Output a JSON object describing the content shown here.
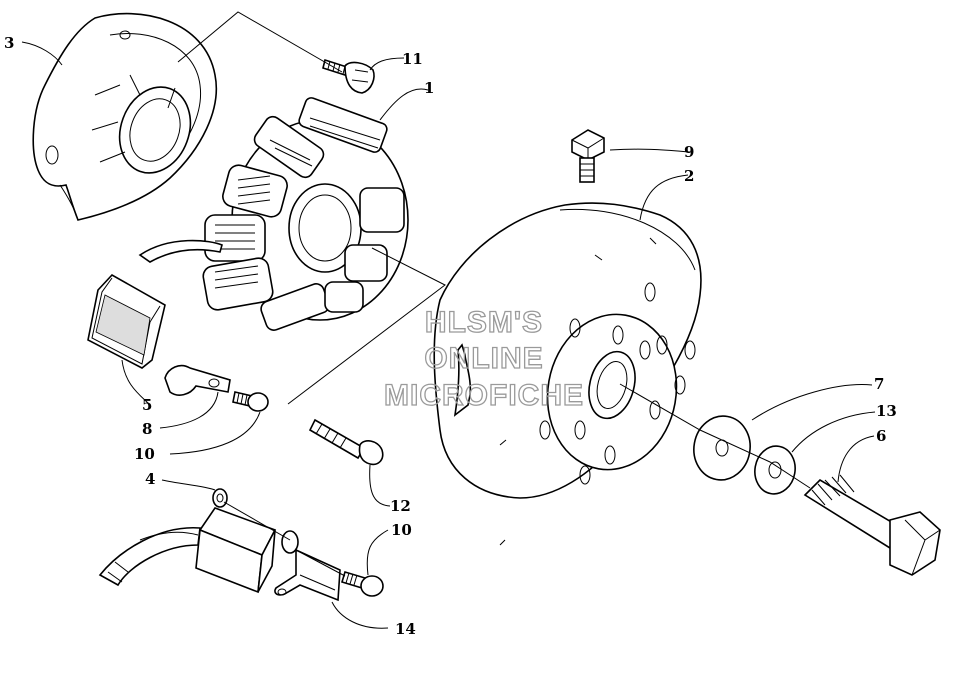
{
  "diagram": {
    "callouts": {
      "c1": "1",
      "c2": "2",
      "c3": "3",
      "c4": "4",
      "c5": "5",
      "c6": "6",
      "c7": "7",
      "c8": "8",
      "c9": "9",
      "c10a": "10",
      "c10b": "10",
      "c11": "11",
      "c12": "12",
      "c13": "13",
      "c14": "14"
    },
    "watermark": {
      "line1": "HLSM'S",
      "line2": "ONLINE",
      "line3": "MICROFICHE"
    }
  }
}
